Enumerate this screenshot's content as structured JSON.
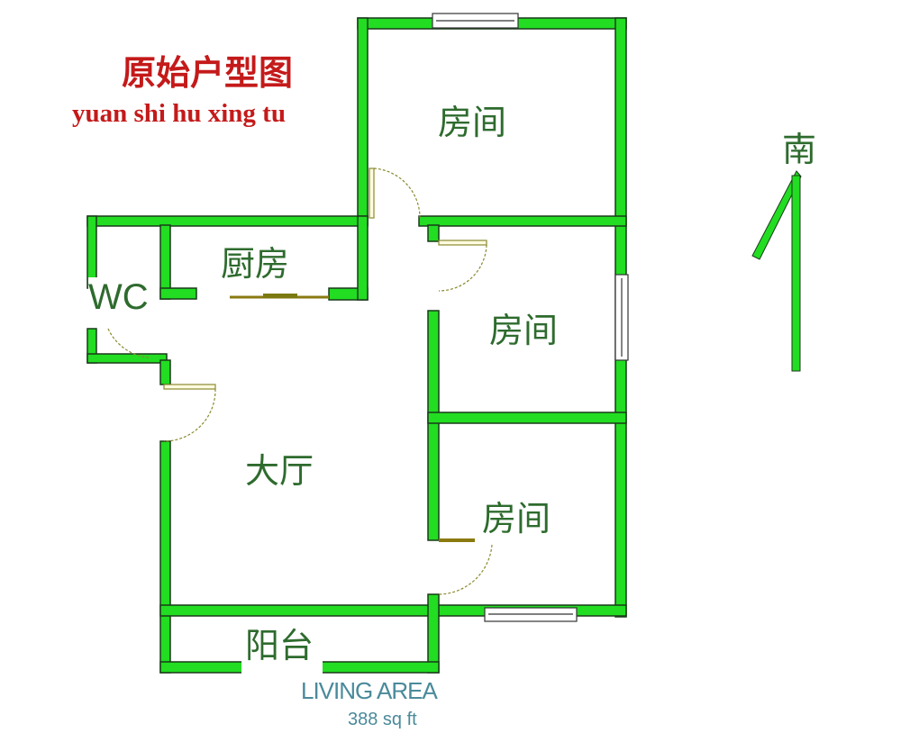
{
  "title": {
    "chinese": "原始户型图",
    "pinyin": "yuan shi hu xing tu"
  },
  "rooms": {
    "bedroom_top": "房间",
    "bedroom_middle": "房间",
    "bedroom_bottom": "房间",
    "kitchen": "厨房",
    "wc": "WC",
    "living_room": "大厅",
    "balcony": "阳台"
  },
  "compass": {
    "label": "南"
  },
  "footer": {
    "area_label": "LIVING AREA",
    "area_value": "388 sq ft"
  },
  "colors": {
    "wall": "#22dd22",
    "title": "#c41a1a",
    "label": "#2e6b2e",
    "area_text": "#4a8a9a"
  }
}
